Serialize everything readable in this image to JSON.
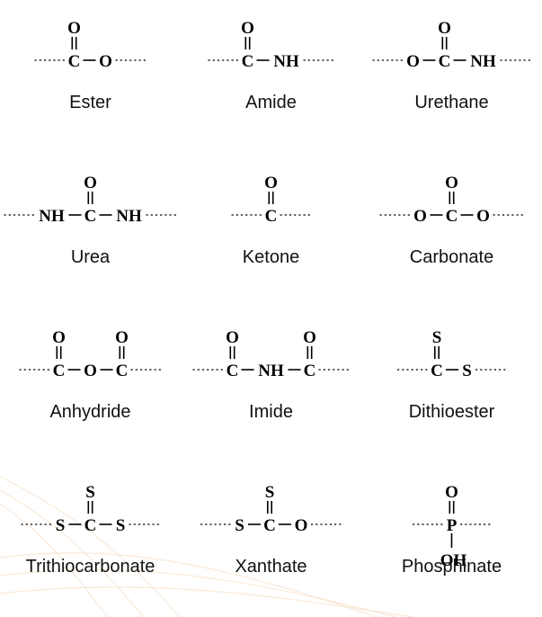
{
  "groups": [
    {
      "name": "Ester",
      "top_atom": "O",
      "main": [
        "C",
        "O"
      ]
    },
    {
      "name": "Amide",
      "top_atom": "O",
      "main": [
        "C",
        "NH"
      ]
    },
    {
      "name": "Urethane",
      "top_atom": "O",
      "main": [
        "O",
        "C",
        "NH"
      ]
    },
    {
      "name": "Urea",
      "top_atom": "O",
      "main": [
        "NH",
        "C",
        "NH"
      ]
    },
    {
      "name": "Ketone",
      "top_atom": "O",
      "main": [
        "C"
      ]
    },
    {
      "name": "Carbonate",
      "top_atom": "O",
      "main": [
        "O",
        "C",
        "O"
      ]
    },
    {
      "name": "Anhydride",
      "top_atom": "O",
      "main": [
        "C",
        "O",
        "C"
      ]
    },
    {
      "name": "Imide",
      "top_atom": "O",
      "main": [
        "C",
        "NH",
        "C"
      ]
    },
    {
      "name": "Dithioester",
      "top_atom": "S",
      "main": [
        "C",
        "S"
      ]
    },
    {
      "name": "Trithiocarbonate",
      "top_atom": "S",
      "main": [
        "S",
        "C",
        "S"
      ]
    },
    {
      "name": "Xanthate",
      "top_atom": "S",
      "main": [
        "S",
        "C",
        "O"
      ]
    },
    {
      "name": "Phosphinate",
      "top_atom": "O",
      "main": [
        "P"
      ],
      "bottom_atom": "OH"
    }
  ],
  "colors": {
    "text": "#000000",
    "watermark": "#f3d6b4"
  }
}
